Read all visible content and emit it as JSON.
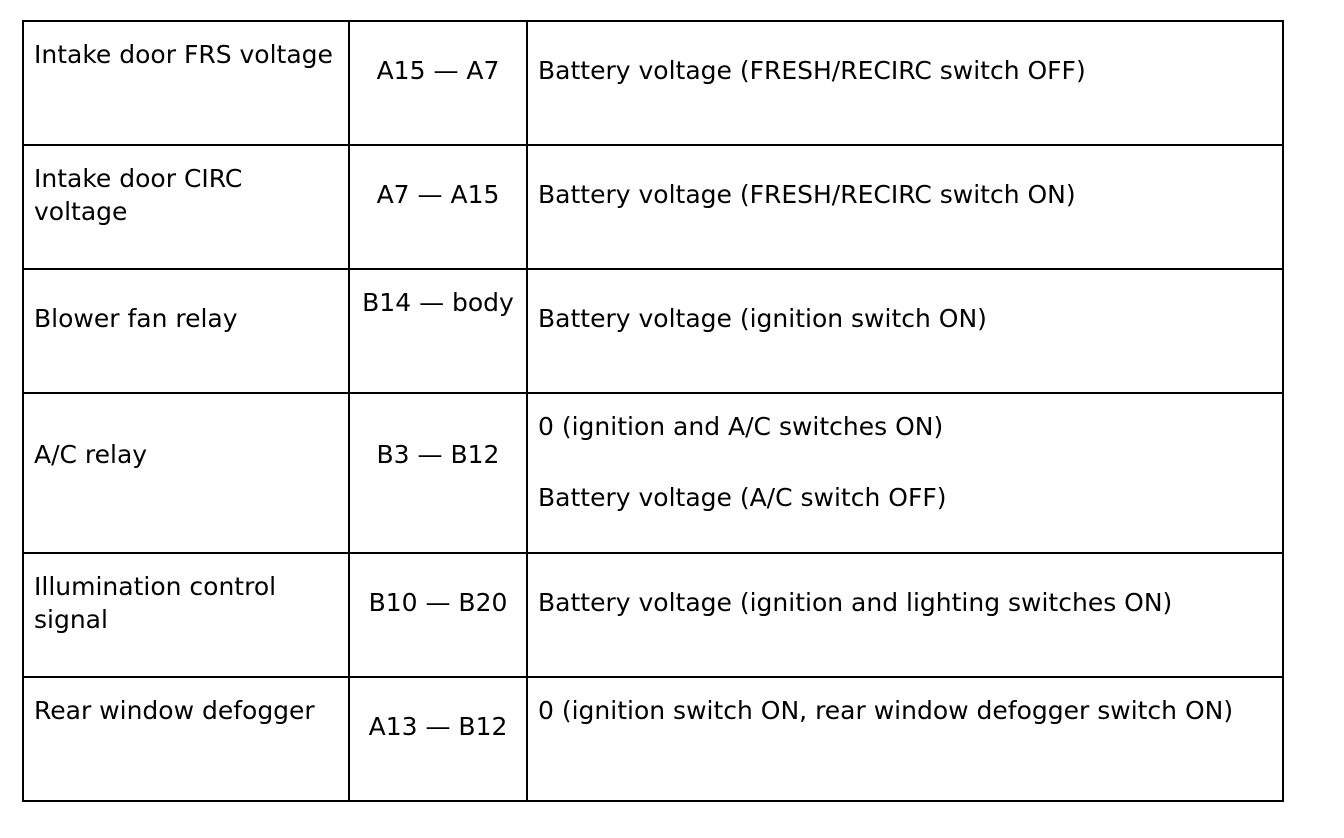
{
  "rows": [
    {
      "item": "Intake door FRS voltage",
      "terminals": "A15 — A7",
      "values": [
        "Battery voltage (FRESH/RECIRC switch OFF)"
      ]
    },
    {
      "item": "Intake door CIRC voltage",
      "terminals": "A7 — A15",
      "values": [
        "Battery voltage (FRESH/RECIRC switch ON)"
      ]
    },
    {
      "item": "Blower fan relay",
      "terminals": "B14 — body",
      "values": [
        "Battery voltage (ignition switch ON)"
      ]
    },
    {
      "item": "A/C relay",
      "terminals": "B3 — B12",
      "values": [
        "0 (ignition and A/C switches ON)",
        "Battery voltage (A/C switch OFF)"
      ]
    },
    {
      "item": "Illumination control signal",
      "terminals": "B10 — B20",
      "values": [
        "Battery voltage (ignition and lighting switches ON)"
      ]
    },
    {
      "item": "Rear window defogger",
      "terminals": "A13 — B12",
      "values": [
        "0 (ignition switch ON, rear window defogger switch ON)"
      ]
    }
  ]
}
